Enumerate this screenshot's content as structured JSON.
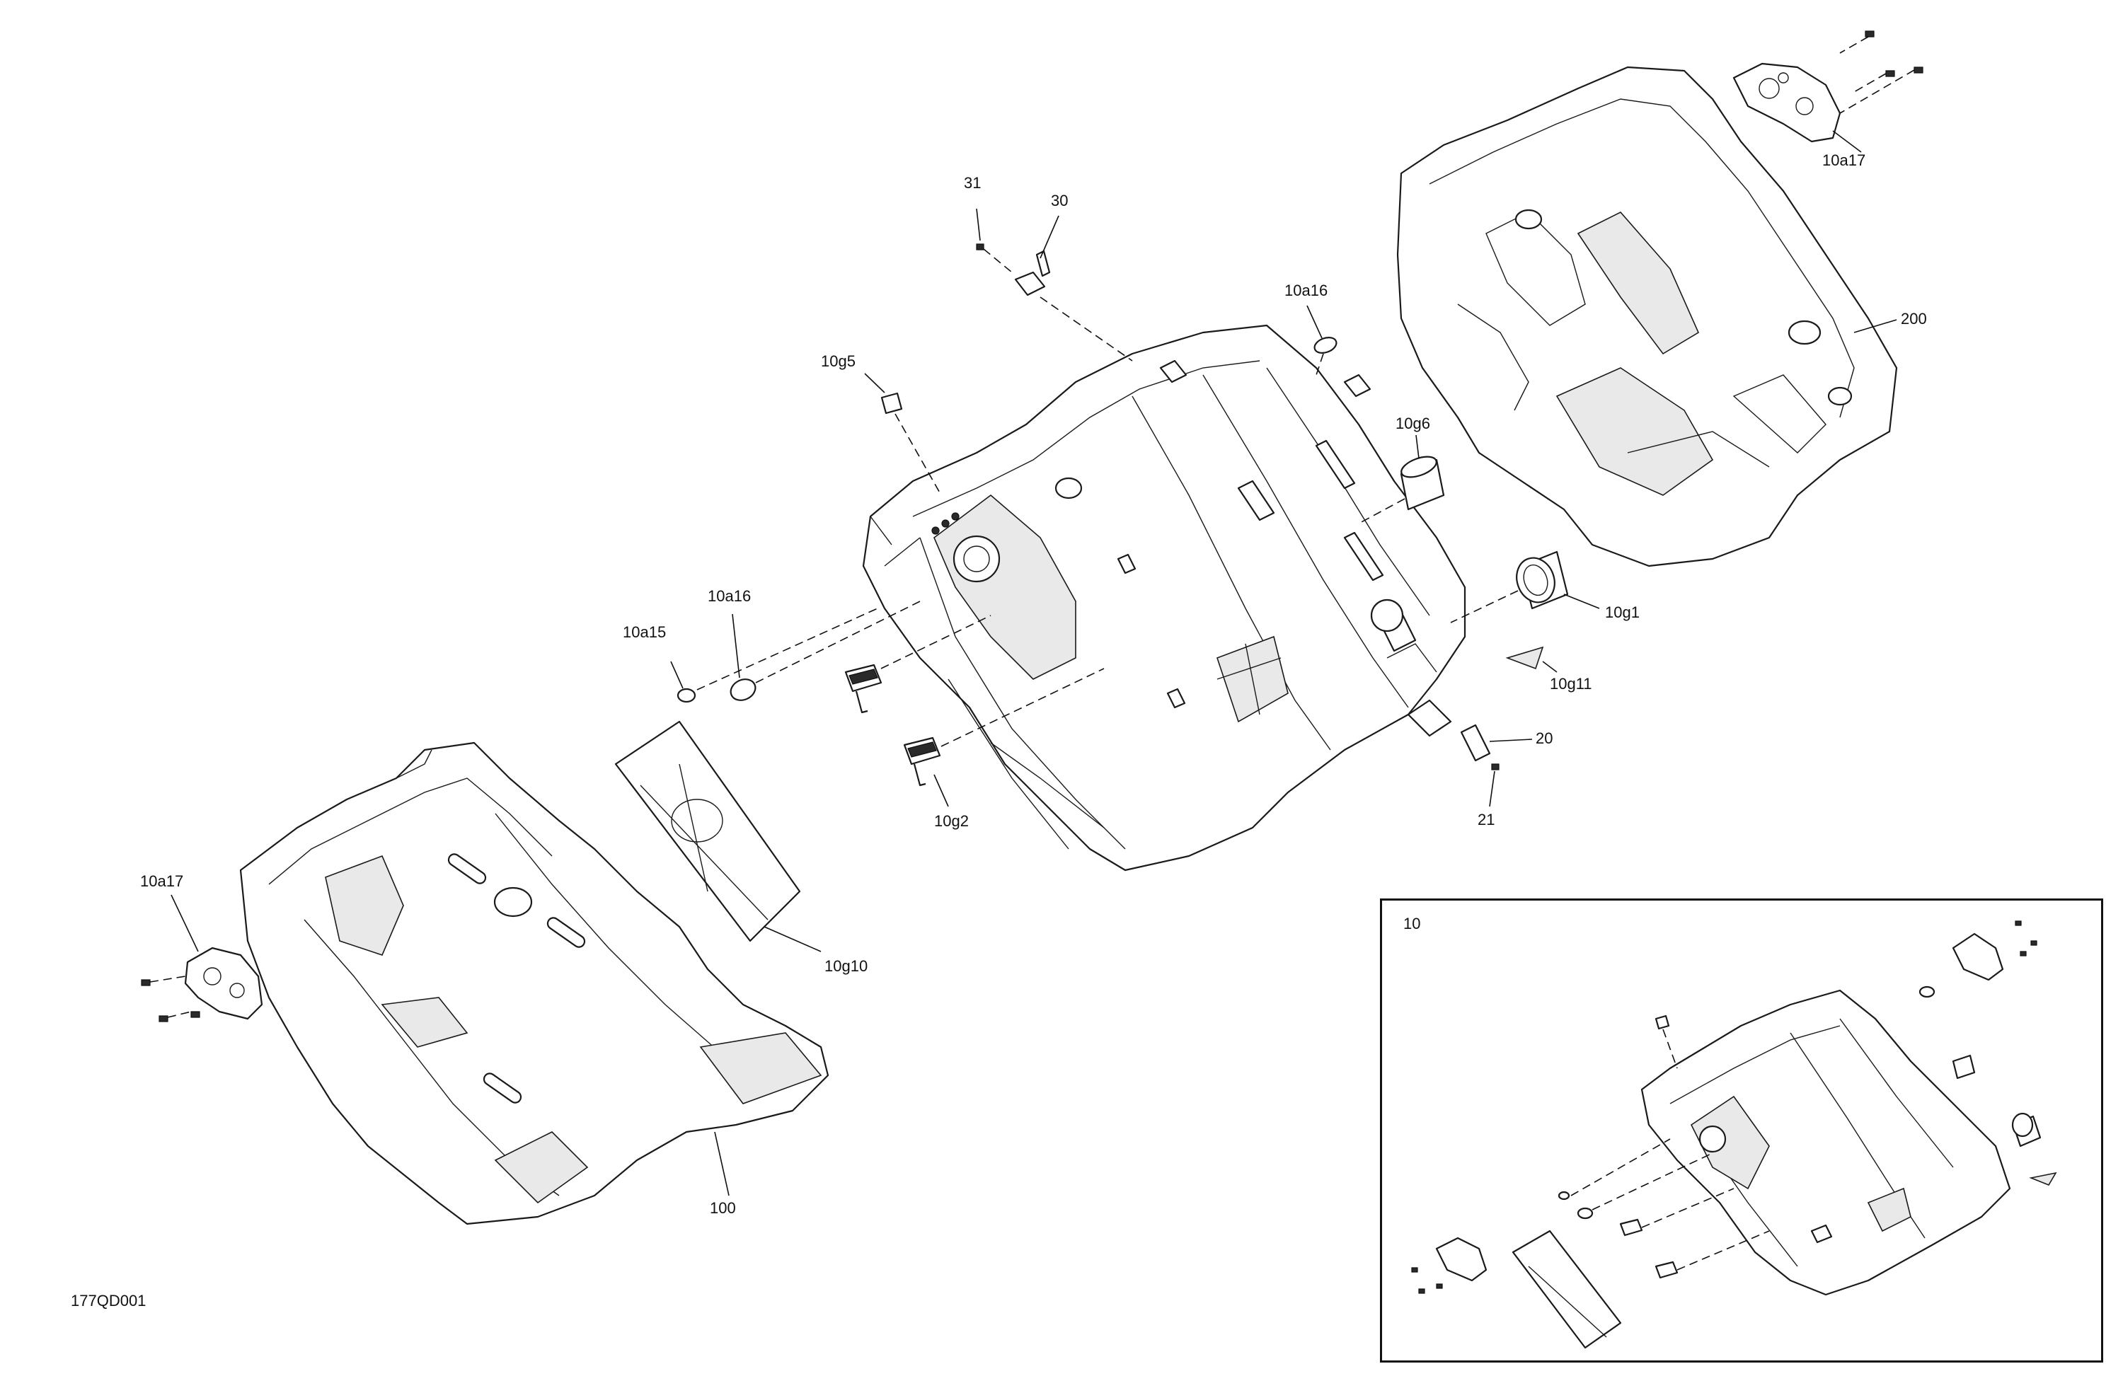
{
  "drawing_code": "177QD001",
  "inset": {
    "label": "10"
  },
  "callouts": {
    "c31": "31",
    "c30": "30",
    "c10a16_top": "10a16",
    "c10g5": "10g5",
    "c10g6": "10g6",
    "c10a17_top": "10a17",
    "c200": "200",
    "c10g1": "10g1",
    "c10g11": "10g11",
    "c20": "20",
    "c21": "21",
    "c10a15": "10a15",
    "c10a16_left": "10a16",
    "c10g2": "10g2",
    "c10a17_left": "10a17",
    "c10g10": "10g10",
    "c100": "100"
  }
}
